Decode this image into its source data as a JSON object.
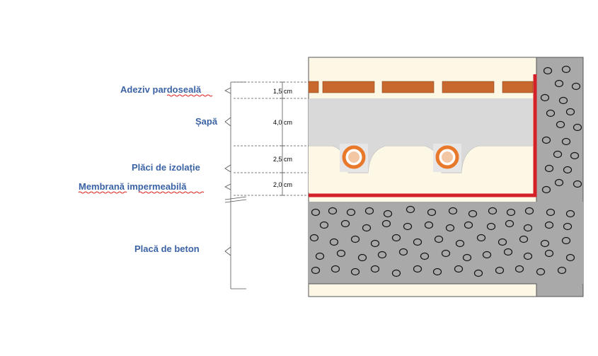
{
  "layers": [
    {
      "name": "Adeziv pardoseală",
      "thickness": "1,5 cm"
    },
    {
      "name": "Șapă",
      "thickness": "4,0 cm"
    },
    {
      "name": "Plăci de izolație",
      "thickness": "2,5 cm"
    },
    {
      "name": "Membrană impermeabilă",
      "thickness": "2,0 cm"
    },
    {
      "name": "Placă de beton",
      "thickness": ""
    }
  ],
  "colors": {
    "tile": "#c8672e",
    "screed": "#d9d9d9",
    "concrete": "#a9a9a9",
    "membrane": "#d42027",
    "pipe": "#e8792a",
    "cream": "#fdf8e6",
    "label": "#3b63a5"
  }
}
